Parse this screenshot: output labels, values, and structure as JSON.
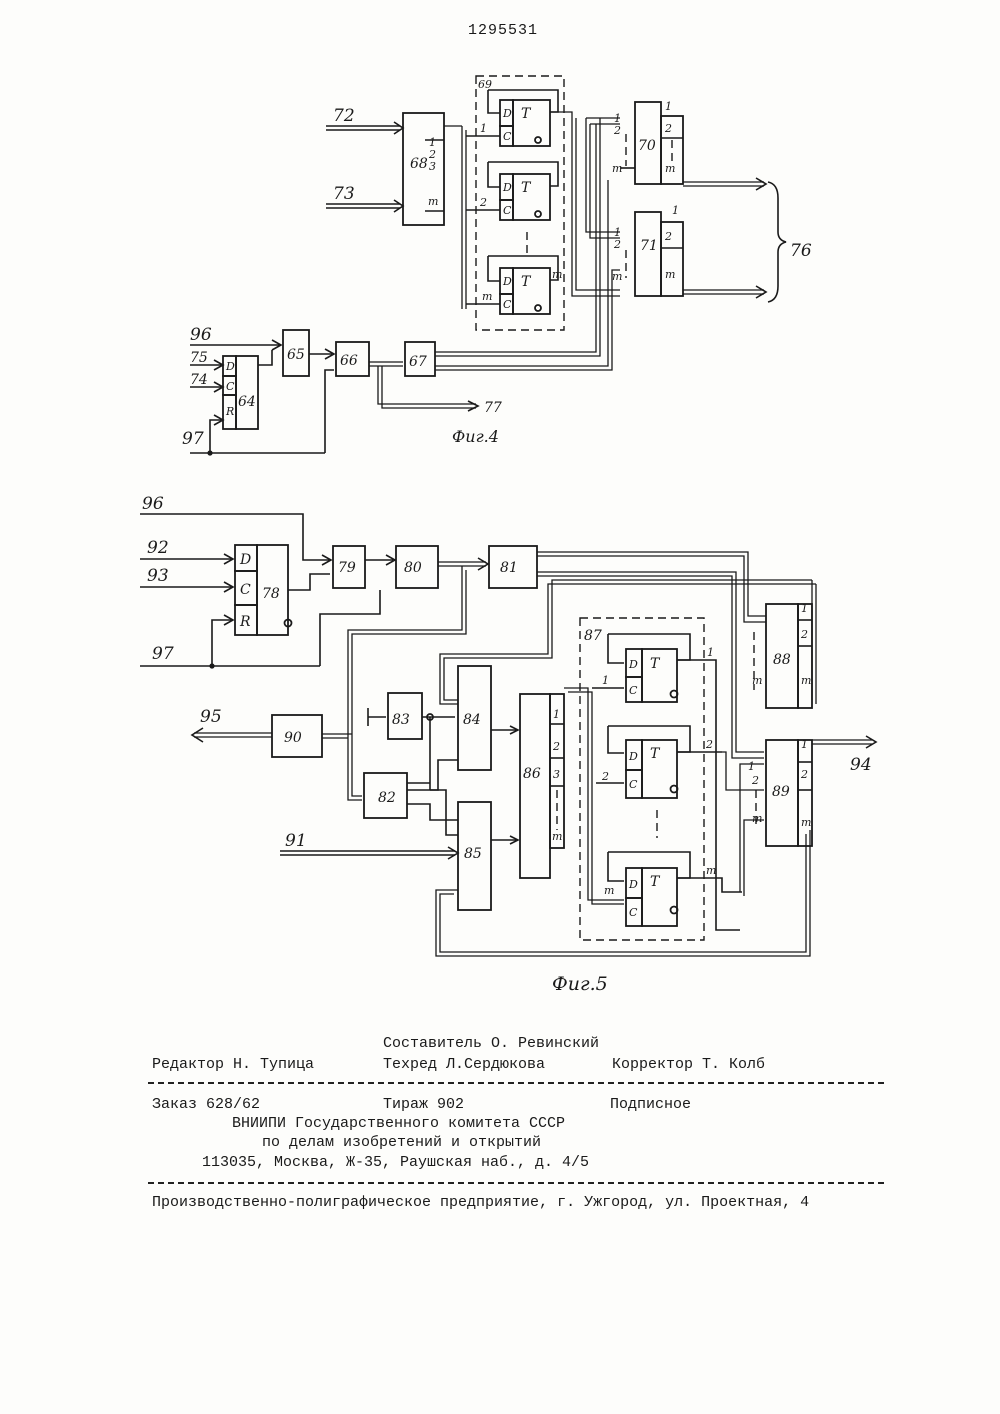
{
  "document": {
    "patent_number": "1295531"
  },
  "fig4": {
    "caption": "Фиг.4",
    "blocks": {
      "b64": "64",
      "b65": "65",
      "b66": "66",
      "b67": "67",
      "b68": "68",
      "b69": "69",
      "b70": "70",
      "b71": "71"
    },
    "signals": {
      "s72": "72",
      "s73": "73",
      "s74": "74",
      "s75": "75",
      "s76": "76",
      "s77": "77",
      "s96": "96",
      "s97": "97"
    },
    "trigger_letters": {
      "d": "D",
      "c": "C",
      "r": "R",
      "t": "T"
    },
    "pins": {
      "p1": "1",
      "p2": "2",
      "p3": "3",
      "pm": "m"
    }
  },
  "fig5": {
    "caption": "Фиг.5",
    "blocks": {
      "b78": "78",
      "b79": "79",
      "b80": "80",
      "b81": "81",
      "b82": "82",
      "b83": "83",
      "b84": "84",
      "b85": "85",
      "b86": "86",
      "b87": "87",
      "b88": "88",
      "b89": "89",
      "b90": "90"
    },
    "signals": {
      "s91": "91",
      "s92": "92",
      "s93": "93",
      "s94": "94",
      "s95": "95",
      "s96": "96",
      "s97": "97"
    },
    "trigger_letters": {
      "d": "D",
      "c": "C",
      "r": "R",
      "t": "T"
    },
    "pins": {
      "p1": "1",
      "p2": "2",
      "p3": "3",
      "pm": "m"
    }
  },
  "footer": {
    "composer": "Составитель О. Ревинский",
    "editor": "Редактор Н. Тупица",
    "techred": "Техред Л.Сердюкова",
    "corrector": "Корректор Т. Колб",
    "order": "Заказ 628/62",
    "circulation": "Тираж 902",
    "subscription": "Подписное",
    "org_line1": "ВНИИПИ Государственного комитета СССР",
    "org_line2": "по делам изобретений и открытий",
    "org_address": "113035, Москва, Ж-35, Раушская наб., д. 4/5",
    "printer": "Производственно-полиграфическое предприятие, г. Ужгород, ул. Проектная, 4"
  }
}
